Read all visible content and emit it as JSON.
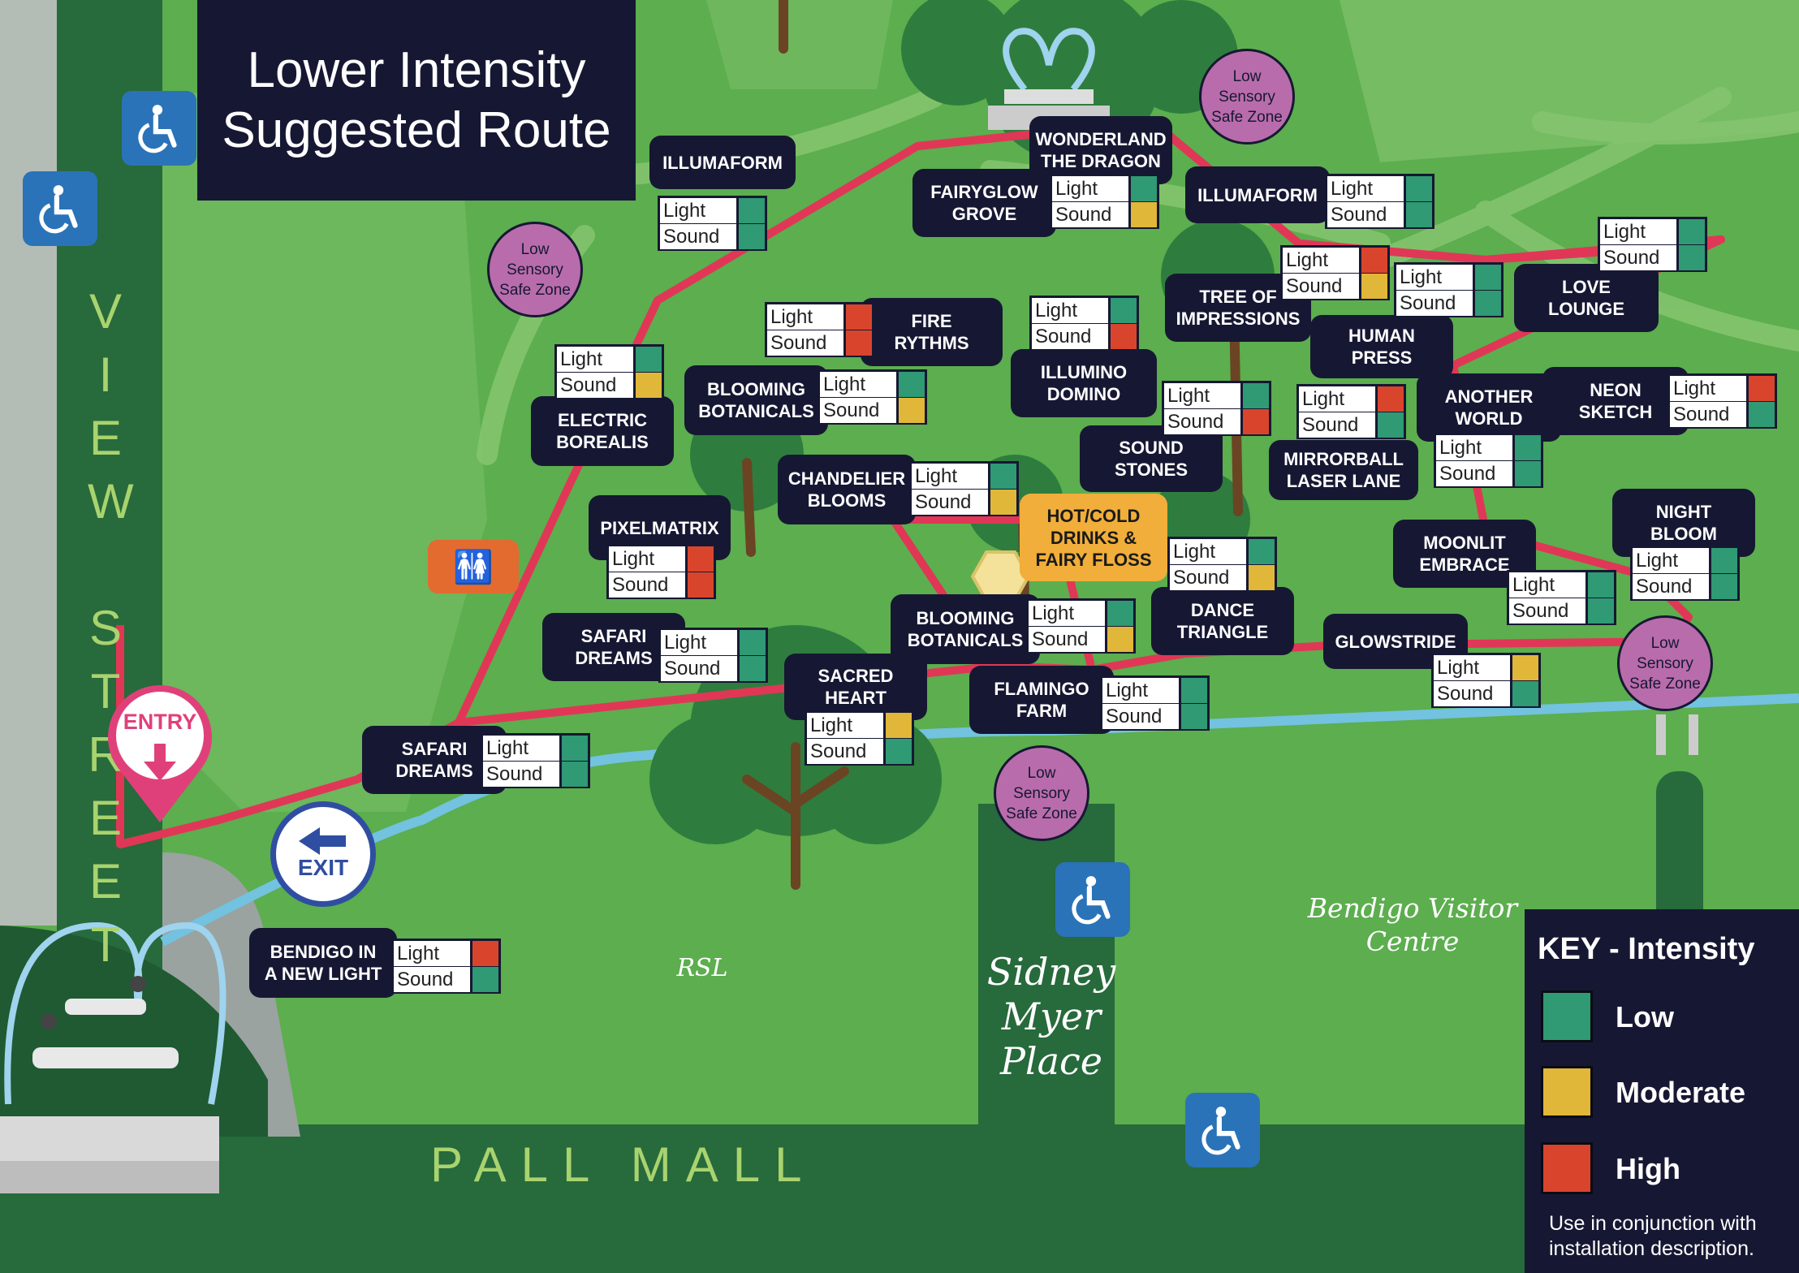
{
  "title": [
    "Lower Intensity",
    "Suggested Route"
  ],
  "streets": {
    "view_street": "VIEW STREET",
    "pall_mall": "PALL MALL"
  },
  "places": {
    "sidney_myer": [
      "Sidney",
      "Myer",
      "Place"
    ],
    "rsl": "RSL",
    "visitor_centre": [
      "Bendigo Visitor",
      "Centre"
    ]
  },
  "markers": {
    "entry": "ENTRY",
    "exit": "EXIT"
  },
  "colors": {
    "low": "#2f9a73",
    "moderate": "#e1b73a",
    "high": "#d9452c",
    "route": "#e03757",
    "panel": "#161833",
    "grass": "#5cae4e",
    "path": "#2a6a3e",
    "zone": "#b96cab",
    "accessible": "#2a73b8"
  },
  "rating_labels": {
    "light": "Light",
    "sound": "Sound"
  },
  "installations": [
    {
      "id": "illumaform-west",
      "name": [
        "ILLUMAFORM"
      ],
      "light": "low",
      "sound": "low"
    },
    {
      "id": "electric-borealis",
      "name": [
        "ELECTRIC",
        "BOREALIS"
      ],
      "light": "low",
      "sound": "moderate"
    },
    {
      "id": "fire-rythms",
      "name": [
        "FIRE",
        "RYTHMS"
      ],
      "light": "high",
      "sound": "high"
    },
    {
      "id": "blooming-botanicals-north",
      "name": [
        "BLOOMING",
        "BOTANICALS"
      ],
      "light": "low",
      "sound": "moderate"
    },
    {
      "id": "fairyglow-grove",
      "name": [
        "FAIRYGLOW",
        "GROVE"
      ],
      "light": "low",
      "sound": "moderate"
    },
    {
      "id": "wonderland-dragon",
      "name": [
        "WONDERLAND",
        "THE DRAGON"
      ],
      "light": null,
      "sound": null
    },
    {
      "id": "illumaform-east",
      "name": [
        "ILLUMAFORM"
      ],
      "light": "low",
      "sound": "low"
    },
    {
      "id": "illumino-domino",
      "name": [
        "ILLUMINO",
        "DOMINO"
      ],
      "light": "low",
      "sound": "high"
    },
    {
      "id": "tree-of-impressions",
      "name": [
        "TREE OF",
        "IMPRESSIONS"
      ],
      "light": "high",
      "sound": "moderate"
    },
    {
      "id": "human-press",
      "name": [
        "HUMAN",
        "PRESS"
      ],
      "light": "low",
      "sound": "low"
    },
    {
      "id": "love-lounge",
      "name": [
        "LOVE",
        "LOUNGE"
      ],
      "light": "low",
      "sound": "low"
    },
    {
      "id": "sound-stones",
      "name": [
        "SOUND",
        "STONES"
      ],
      "light": "low",
      "sound": "high"
    },
    {
      "id": "mirrorball-laser-lane",
      "name": [
        "MIRRORBALL",
        "LASER LANE"
      ],
      "light": "high",
      "sound": "low"
    },
    {
      "id": "another-world",
      "name": [
        "ANOTHER",
        "WORLD"
      ],
      "light": "low",
      "sound": "low"
    },
    {
      "id": "neon-sketch",
      "name": [
        "NEON",
        "SKETCH"
      ],
      "light": "high",
      "sound": "low"
    },
    {
      "id": "pixelmatrix",
      "name": [
        "PIXELMATRIX"
      ],
      "light": "high",
      "sound": "high"
    },
    {
      "id": "chandelier-blooms",
      "name": [
        "CHANDELIER",
        "BLOOMS"
      ],
      "light": "low",
      "sound": "moderate"
    },
    {
      "id": "hot-cold-drinks",
      "name": [
        "HOT/COLD",
        "DRINKS &",
        "FAIRY FLOSS"
      ],
      "light": null,
      "sound": null
    },
    {
      "id": "moonlit-embrace",
      "name": [
        "MOONLIT",
        "EMBRACE"
      ],
      "light": "low",
      "sound": "low"
    },
    {
      "id": "night-bloom",
      "name": [
        "NIGHT",
        "BLOOM"
      ],
      "light": "low",
      "sound": "low"
    },
    {
      "id": "dance-triangle",
      "name": [
        "DANCE",
        "TRIANGLE"
      ],
      "light": "low",
      "sound": "moderate"
    },
    {
      "id": "safari-dreams-north",
      "name": [
        "SAFARI",
        "DREAMS"
      ],
      "light": "low",
      "sound": "low"
    },
    {
      "id": "blooming-botanicals-south",
      "name": [
        "BLOOMING",
        "BOTANICALS"
      ],
      "light": "low",
      "sound": "moderate"
    },
    {
      "id": "glowstride",
      "name": [
        "GLOWSTRIDE"
      ],
      "light": "moderate",
      "sound": "low"
    },
    {
      "id": "sacred-heart",
      "name": [
        "SACRED",
        "HEART"
      ],
      "light": "moderate",
      "sound": "low"
    },
    {
      "id": "flamingo-farm",
      "name": [
        "FLAMINGO",
        "FARM"
      ],
      "light": "low",
      "sound": "low"
    },
    {
      "id": "safari-dreams-south",
      "name": [
        "SAFARI",
        "DREAMS"
      ],
      "light": "low",
      "sound": "low"
    },
    {
      "id": "bendigo-new-light",
      "name": [
        "BENDIGO IN",
        "A NEW LIGHT"
      ],
      "light": "high",
      "sound": "low"
    }
  ],
  "safe_zone": [
    "Low",
    "Sensory",
    "Safe Zone"
  ],
  "key": {
    "title": "KEY - Intensity",
    "items": [
      {
        "label": "Low",
        "level": "low"
      },
      {
        "label": "Moderate",
        "level": "moderate"
      },
      {
        "label": "High",
        "level": "high"
      }
    ],
    "note": "Use in conjunction with installation description."
  }
}
